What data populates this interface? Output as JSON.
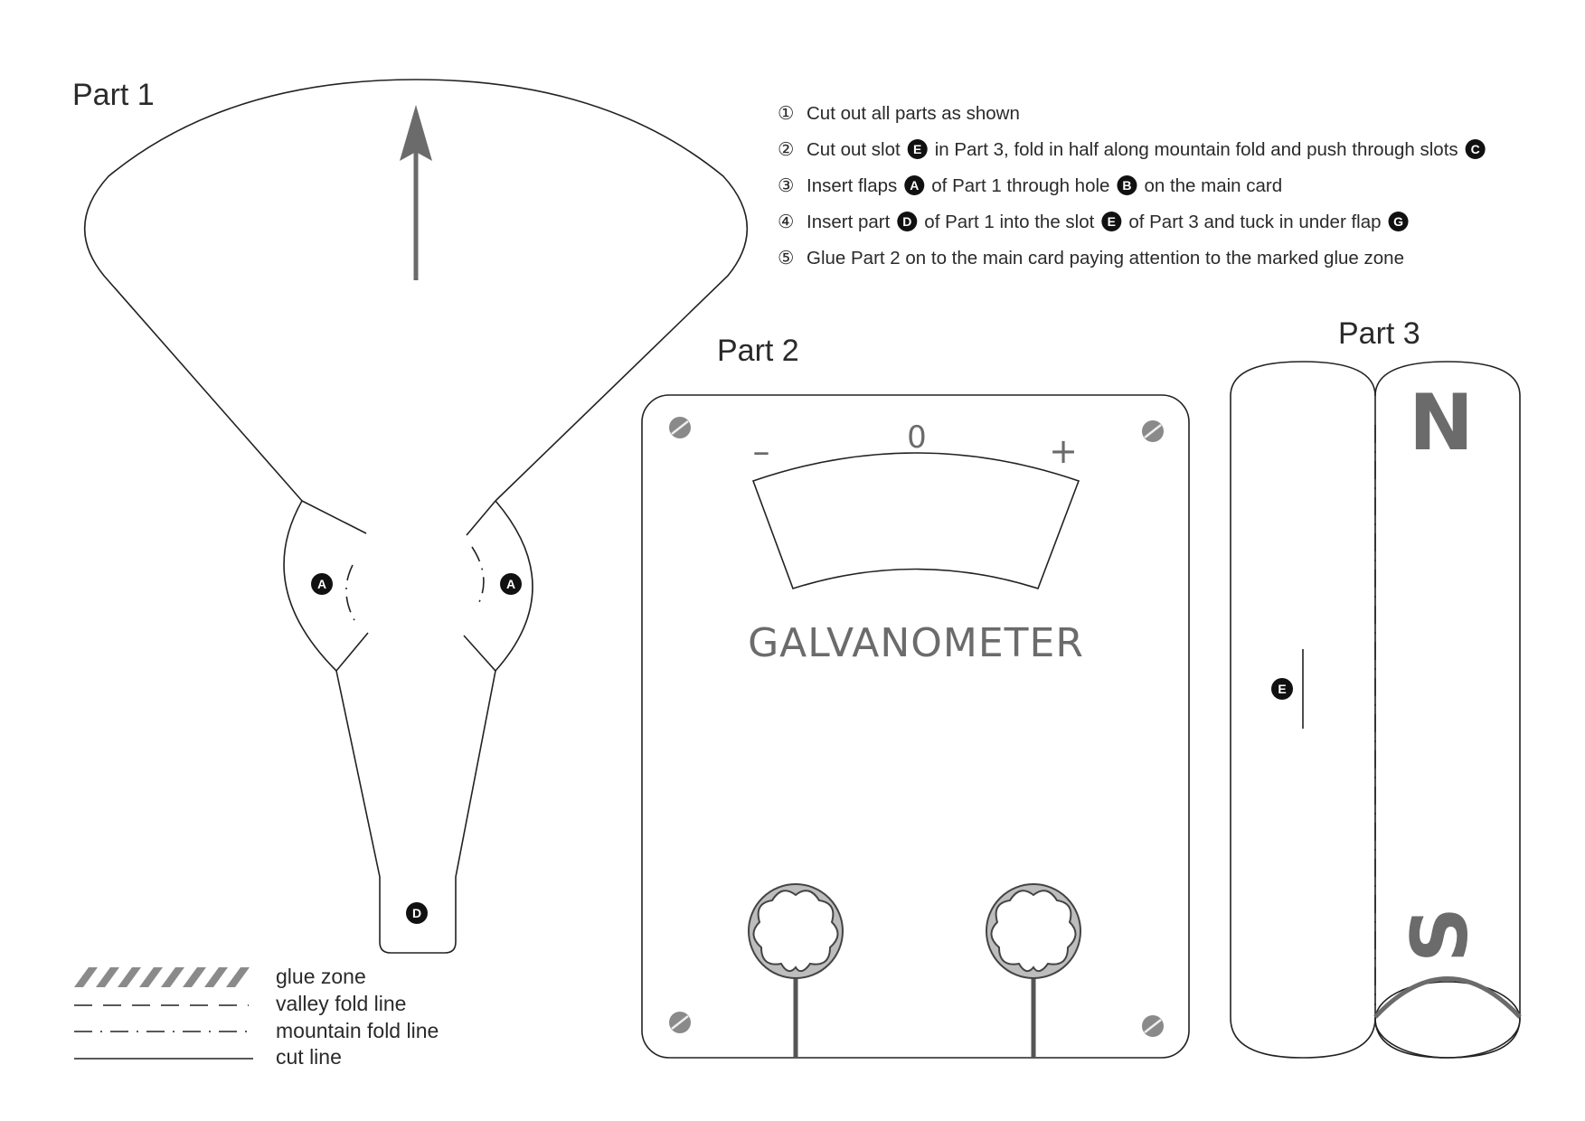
{
  "parts": {
    "part1_title": "Part 1",
    "part2_title": "Part 2",
    "part3_title": "Part 3"
  },
  "instructions": [
    {
      "num": "①",
      "segments": [
        "Cut out all parts as shown"
      ],
      "badges": []
    },
    {
      "num": "②",
      "segments": [
        "Cut out slot",
        "in Part 3, fold in half along mountain fold and push through slots",
        ""
      ],
      "badges": [
        "E",
        "C"
      ]
    },
    {
      "num": "③",
      "segments": [
        "Insert flaps",
        "of Part 1 through hole",
        "on the main card"
      ],
      "badges": [
        "A",
        "B"
      ]
    },
    {
      "num": "④",
      "segments": [
        "Insert part",
        "of Part 1 into the slot",
        "of Part 3 and tuck in under flap",
        ""
      ],
      "badges": [
        "D",
        "E",
        "G"
      ]
    },
    {
      "num": "⑤",
      "segments": [
        "Glue Part 2 on to the main card paying attention to the marked glue zone"
      ],
      "badges": []
    }
  ],
  "part1": {
    "flap_left_label": "A",
    "flap_right_label": "A",
    "tab_label": "D"
  },
  "part2": {
    "scale_minus": "–",
    "scale_zero": "0",
    "scale_plus": "+",
    "meter_name": "GALVANOMETER"
  },
  "part3": {
    "slot_label": "E",
    "pole_north": "N",
    "pole_south": "S"
  },
  "legend": [
    {
      "style": "glue",
      "label": "glue zone"
    },
    {
      "style": "valley",
      "label": "valley fold line"
    },
    {
      "style": "mountain",
      "label": "mountain fold line"
    },
    {
      "style": "cut",
      "label": "cut line"
    }
  ],
  "colors": {
    "line": "#222222",
    "accent_gray": "#6b6b6b",
    "terminal_gray": "#bdbdbd",
    "badge": "#111111"
  }
}
